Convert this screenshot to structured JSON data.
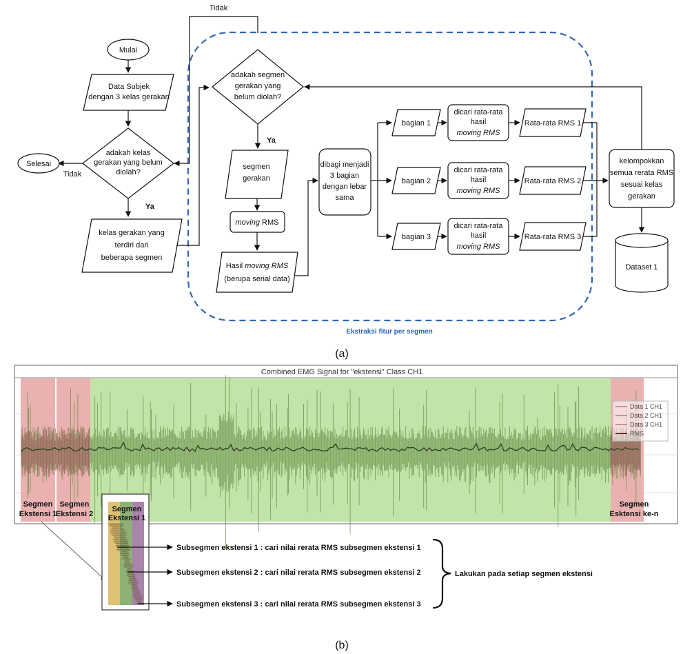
{
  "flow": {
    "start": "Mulai",
    "data_input": [
      "Data Subjek",
      "dengan 3 kelas gerakan"
    ],
    "decision_class": [
      "adakah kelas",
      "gerakan yang belum",
      "diolah?"
    ],
    "finish": "Selesai",
    "no_label": "Tidak",
    "yes_label": "Ya",
    "no_top_label": "Tidak",
    "class_segments": [
      "kelas gerakan yang",
      "terdiri dari",
      "beberapa segmen"
    ],
    "decision_segment": [
      "adakah segmen",
      "gerakan yang",
      "belum diolah?"
    ],
    "yes_label_2": "Ya",
    "segment": [
      "segmen",
      "gerakan"
    ],
    "moving_rms_italic": "moving",
    "moving_rms_rest": " RMS",
    "result_line1_pre": "Hasil ",
    "result_line1_it": "moving RMS",
    "result_line2": "(berupa serial data)",
    "divide": [
      "dibagi menjadi",
      "3 bagian",
      "dengan lebar",
      "sama"
    ],
    "parts": [
      "bagian 1",
      "bagian 2",
      "bagian 3"
    ],
    "avg_lines": [
      "dicari rata-rata",
      "hasil",
      "moving RMS"
    ],
    "avg_out": [
      "Rata-rata RMS 1",
      "Rata-rata RMS 2",
      "Rata-rata RMS 3"
    ],
    "group": [
      "kelompokkan",
      "semua rerata RMS",
      "sesuai kelas",
      "gerakan"
    ],
    "dataset": "Dataset 1",
    "region_label": "Ekstraksi fitur per segmen",
    "caption_a": "(a)"
  },
  "signal": {
    "title": "Combined EMG Signal for \"ekstensi\" Class CH1",
    "legend": [
      "Data 1 CH1",
      "Data 2 CH1",
      "Data 3 CH1",
      "RMS"
    ],
    "seg1": [
      "Segmen",
      "Ekstensi 1"
    ],
    "seg2": [
      "Segmen",
      "Ekstensi 2"
    ],
    "segn": [
      "Segmen",
      "Esktensi ke-n"
    ],
    "inset": [
      "Segmen",
      "Ekstensi 1"
    ],
    "sub": [
      "Subsegmen ekstensi 1 : cari nilai rerata RMS subsegmen ekstensi 1",
      "Subsegmen ekstensi 2 : cari nilai rerata RMS subsegmen ekstensi 2",
      "Subsegmen ekstensi 3 : cari nilai rerata RMS subsegmen ekstensi 3"
    ],
    "note": "Lakukan pada setiap segmen ekstensi",
    "caption_b": "(b)",
    "colors": {
      "red": "#e6a3a3",
      "green": "#bfe3a4",
      "signal": "#6a8f4a",
      "red_signal": "#9b5a5a"
    }
  }
}
